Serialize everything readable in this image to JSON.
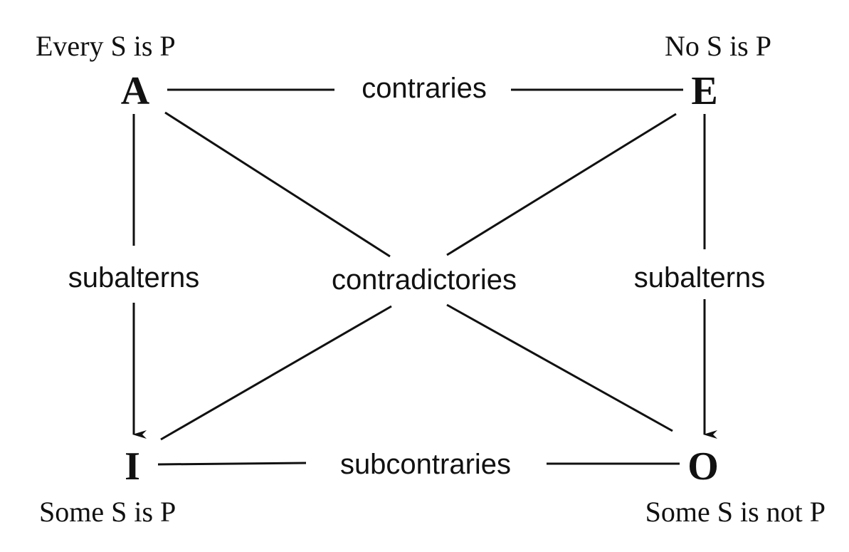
{
  "corners": {
    "a": {
      "letter": "A",
      "proposition": "Every S is P"
    },
    "e": {
      "letter": "E",
      "proposition": "No S is P"
    },
    "i": {
      "letter": "I",
      "proposition": "Some S is P"
    },
    "o": {
      "letter": "O",
      "proposition": "Some S is not P"
    }
  },
  "relations": {
    "top": "contraries",
    "bottom": "subcontraries",
    "left": "subalterns",
    "right": "subalterns",
    "diagonal": "contradictories"
  }
}
